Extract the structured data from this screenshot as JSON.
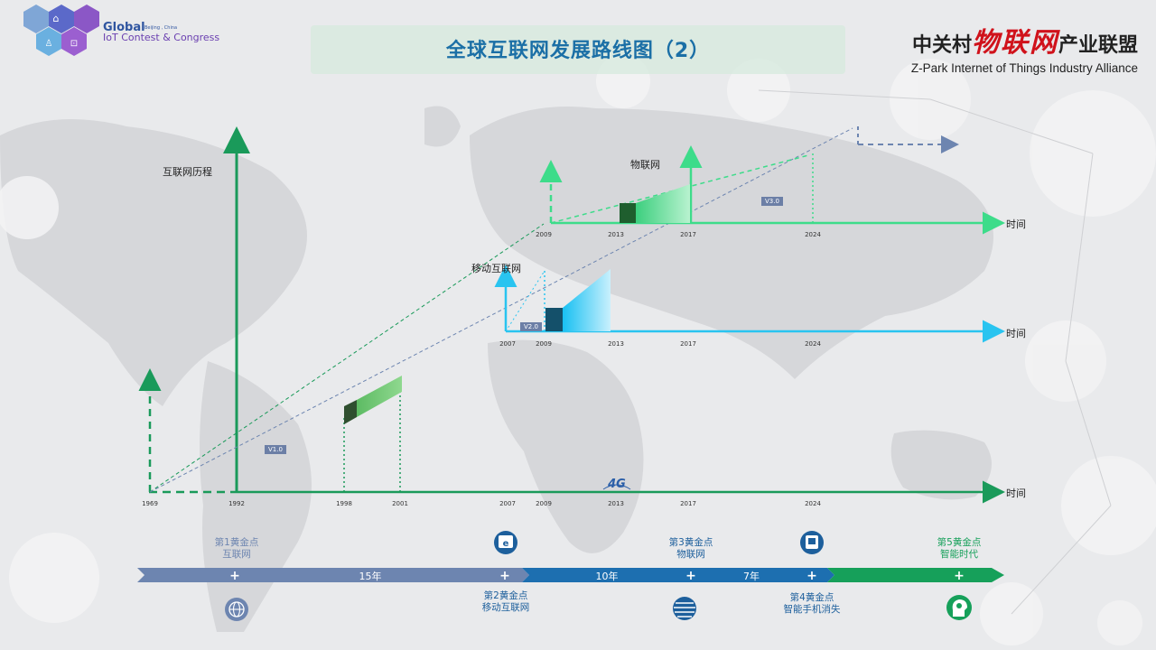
{
  "title": "全球互联网发展路线图（2）",
  "logo_left": {
    "line1": "Global",
    "line1_small": "Beijing , China",
    "line2": "IoT Contest & Congress"
  },
  "brand": {
    "cn_prefix": "中关村",
    "cn_red": "物联网",
    "cn_suffix": "产业联盟",
    "en": "Z-Park Internet of Things Industry Alliance"
  },
  "y_axis_label": "互联网历程",
  "axis_time_label": "时间",
  "layers": [
    {
      "label": "物联网",
      "version": "V3.0",
      "years": [
        "2009",
        "2013",
        "2017",
        "2024"
      ]
    },
    {
      "label": "移动互联网",
      "version": "V2.0",
      "years": [
        "2007",
        "2009",
        "2013",
        "2017",
        "2024"
      ]
    },
    {
      "label": "",
      "version": "V1.0",
      "years": [
        "1969",
        "1992",
        "1998",
        "2001",
        "2007",
        "2009",
        "2013",
        "2017",
        "2024"
      ]
    }
  ],
  "badge_4g": "4G",
  "timeline": {
    "gaps": [
      "15年",
      "10年",
      "7年"
    ],
    "milestones": [
      {
        "line1": "第1黄金点",
        "line2": "互联网",
        "pos": "above",
        "icon": "globe-grid-icon"
      },
      {
        "line1": "第2黄金点",
        "line2": "移动互联网",
        "pos": "below",
        "icon": "browser-e-icon"
      },
      {
        "line1": "第3黄金点",
        "line2": "物联网",
        "pos": "above",
        "icon": "striped-globe-icon"
      },
      {
        "line1": "第4黄金点",
        "line2": "智能手机消失",
        "pos": "below",
        "icon": "phone-cart-icon"
      },
      {
        "line1": "第5黄金点",
        "line2": "智能时代",
        "pos": "above",
        "icon": "head-brain-icon"
      }
    ]
  },
  "colors": {
    "green_dark": "#1a9a5a",
    "green_light": "#3ddc8a",
    "cyan": "#29c4f0",
    "timeline_blue_gray": "#6d85b0",
    "timeline_blue": "#1d6fb0",
    "timeline_green": "#16a05a",
    "title_blue": "#1b6fa6"
  }
}
